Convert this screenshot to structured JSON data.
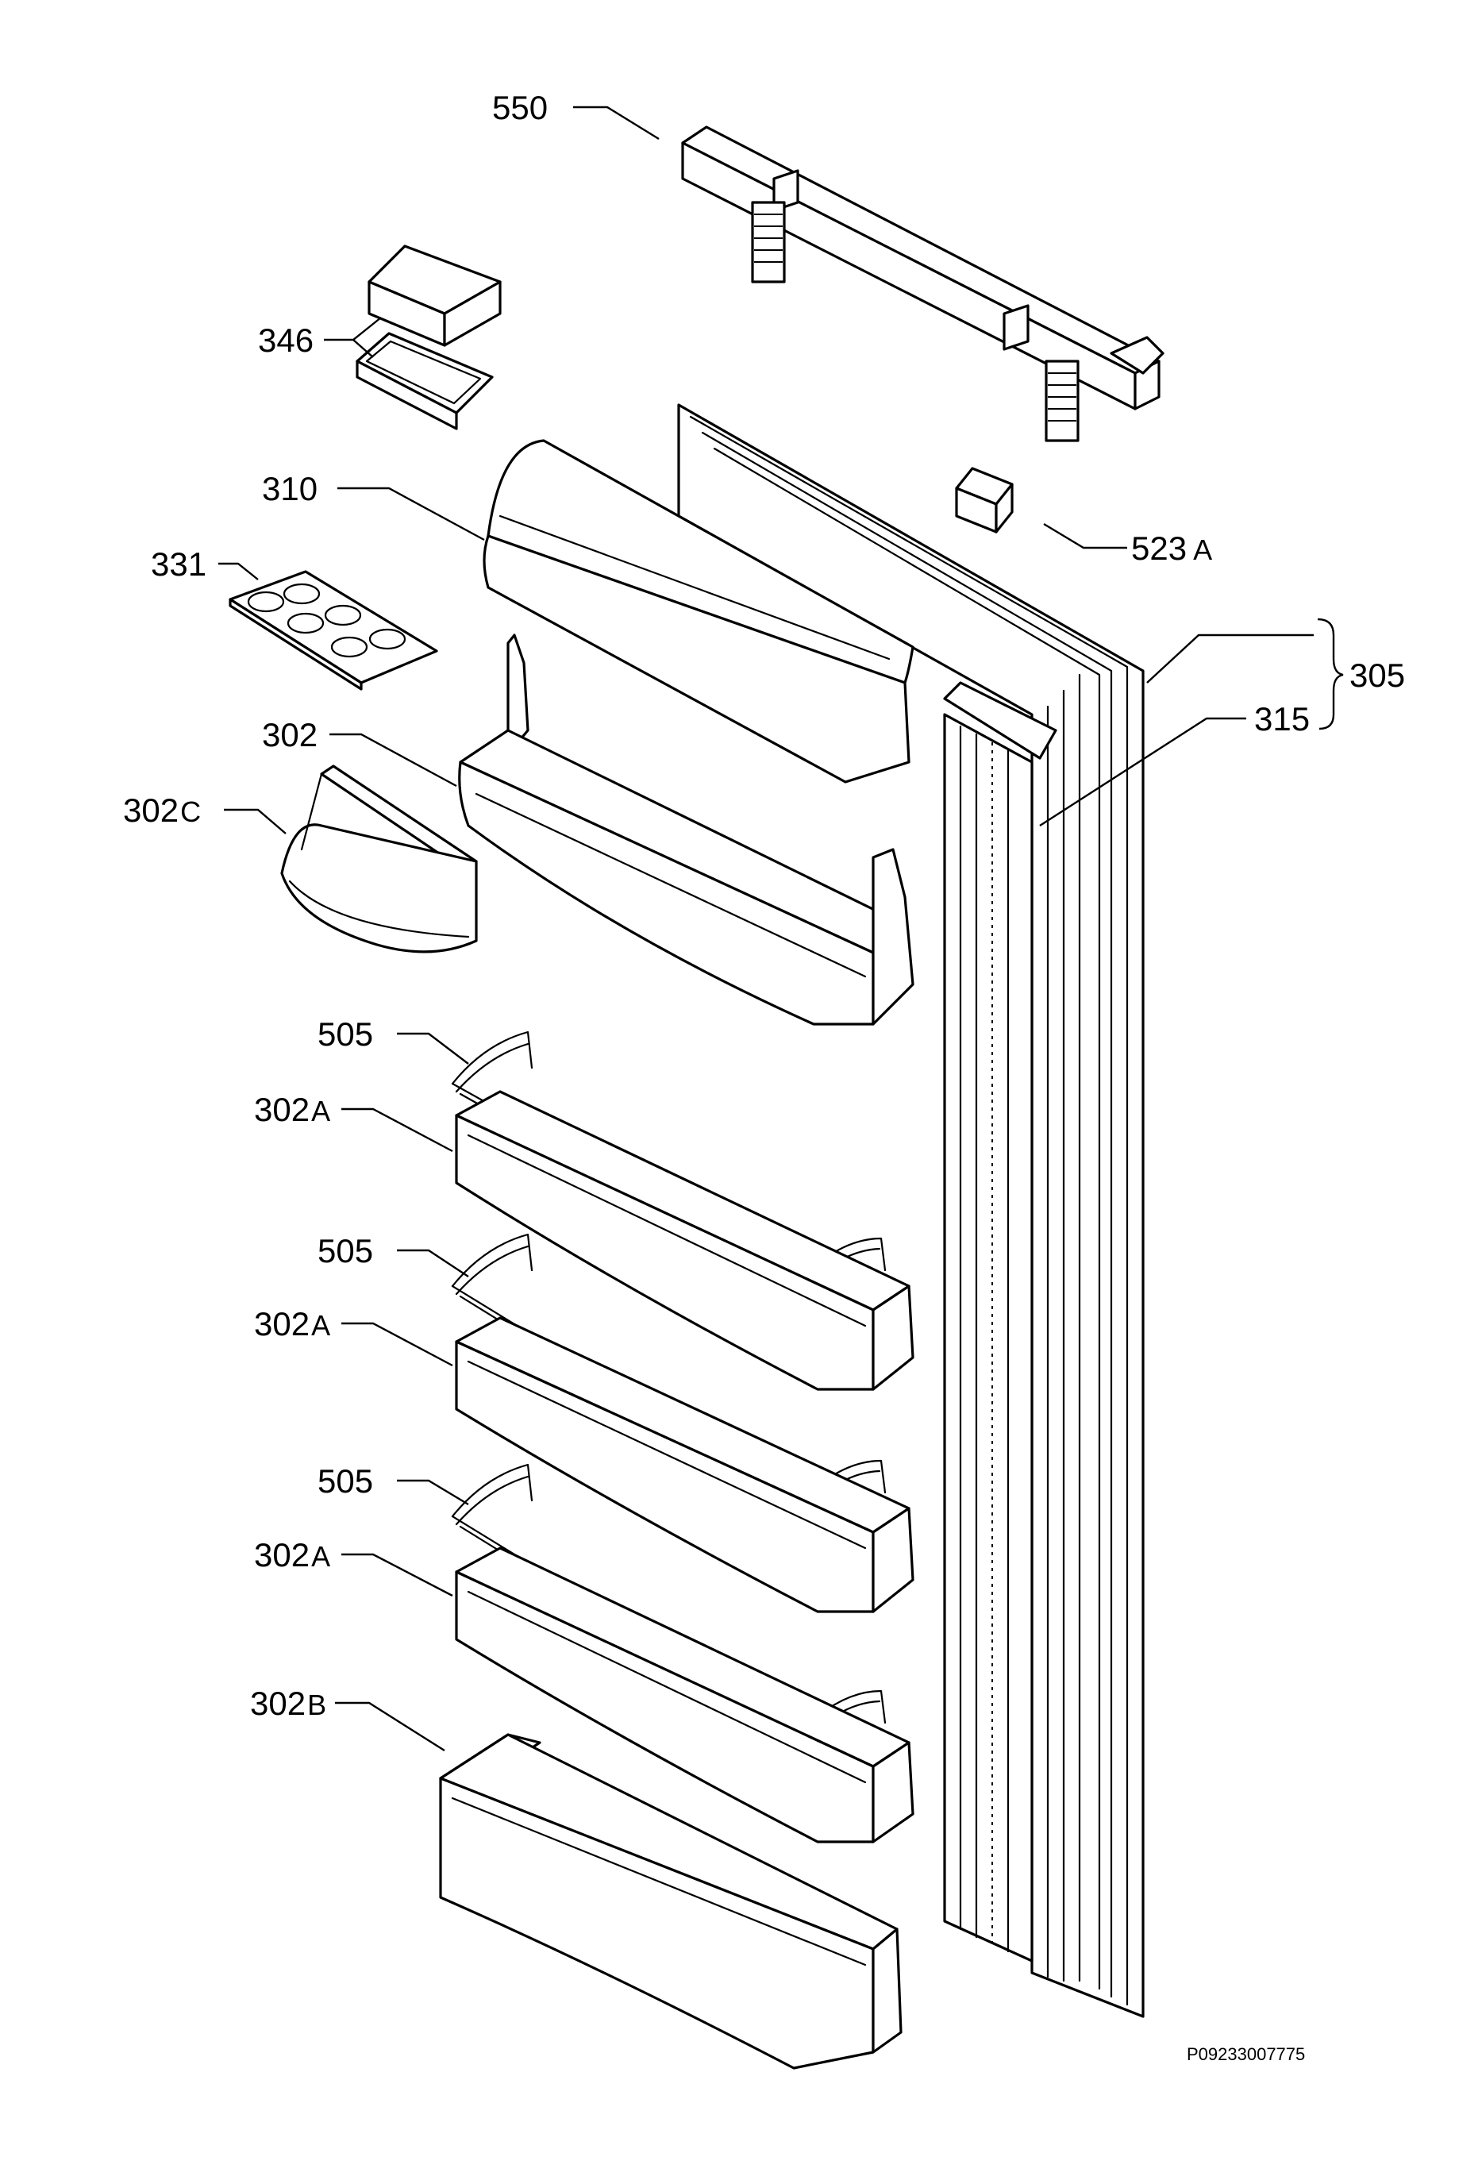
{
  "callouts": {
    "c550": "550",
    "c346": "346",
    "c310": "310",
    "c523": "523",
    "c523_suffix": "A",
    "c331": "331",
    "c305": "305",
    "c315": "315",
    "c302": "302",
    "c302c": "302",
    "c302c_suffix": "C",
    "c505_1": "505",
    "c302a_1": "302",
    "c302a_1_suffix": "A",
    "c505_2": "505",
    "c302a_2": "302",
    "c302a_2_suffix": "A",
    "c505_3": "505",
    "c302a_3": "302",
    "c302a_3_suffix": "A",
    "c302b": "302",
    "c302b_suffix": "B"
  },
  "drawing_code": "P09233007775"
}
